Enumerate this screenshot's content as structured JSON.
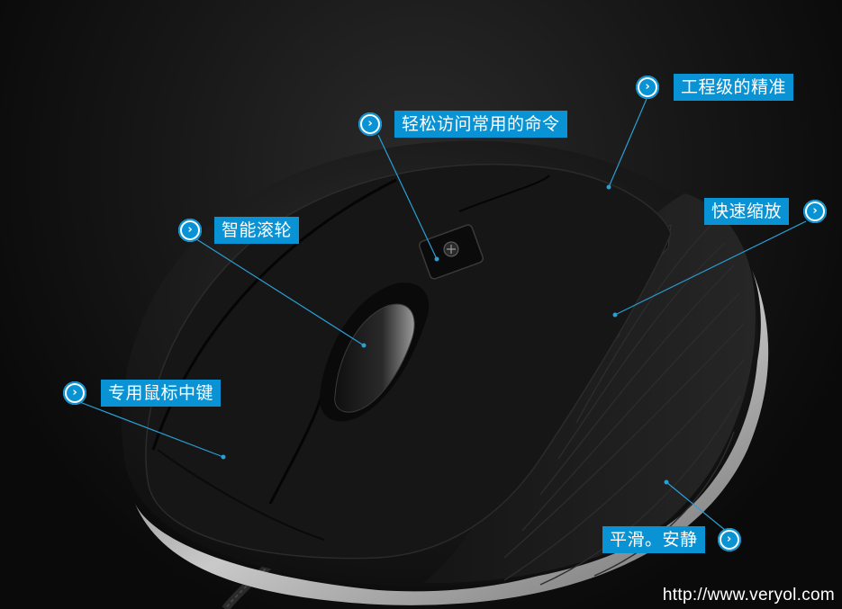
{
  "callouts": {
    "precision": {
      "label": "工程级的精准",
      "icon": "chevron-right-icon"
    },
    "commands": {
      "label": "轻松访问常用的命令",
      "icon": "chevron-right-icon"
    },
    "zoom": {
      "label": "快速缩放",
      "icon": "chevron-right-icon"
    },
    "wheel": {
      "label": "智能滚轮",
      "icon": "chevron-right-icon"
    },
    "middle_key": {
      "label": "专用鼠标中键",
      "icon": "chevron-right-icon"
    },
    "smooth": {
      "label": "平滑。安静",
      "icon": "chevron-right-icon"
    }
  },
  "watermark": "http://www.veryol.com",
  "colors": {
    "accent": "#0a93d4",
    "background": "#111111"
  }
}
